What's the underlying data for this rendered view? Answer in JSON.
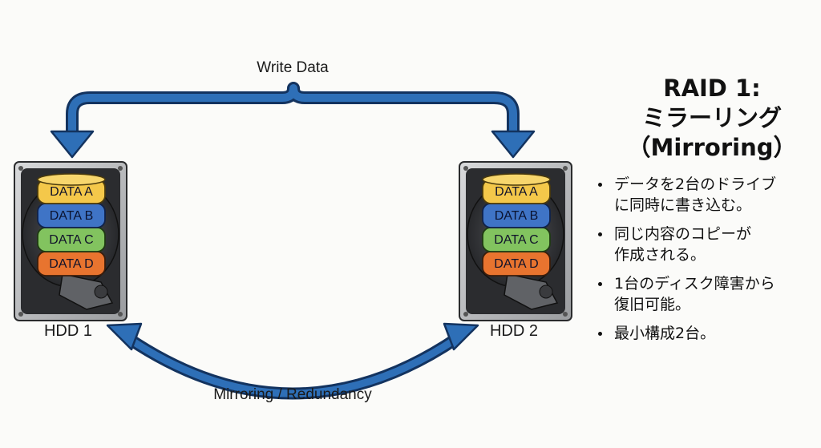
{
  "diagram": {
    "write_label": "Write Data",
    "mirror_label": "Mirroring / Redundancy",
    "drives": [
      {
        "label": "HDD 1",
        "disks": [
          "DATA A",
          "DATA B",
          "DATA C",
          "DATA D"
        ]
      },
      {
        "label": "HDD 2",
        "disks": [
          "DATA A",
          "DATA B",
          "DATA C",
          "DATA D"
        ]
      }
    ],
    "colors": {
      "arrow": "#2e6fb7",
      "arrow_outline": "#13335f",
      "disk_a": "#f4c84a",
      "disk_b": "#3f74c6",
      "disk_c": "#82c35f",
      "disk_d": "#e8742f"
    }
  },
  "side": {
    "title_lines": [
      "RAID 1:",
      "ミラーリング",
      "（Mirroring）"
    ],
    "bullets": [
      "データを2台のドライブ\nに同時に書き込む。",
      "同じ内容のコピーが\n作成される。",
      "1台のディスク障害から\n復旧可能。",
      "最小構成2台。"
    ]
  }
}
